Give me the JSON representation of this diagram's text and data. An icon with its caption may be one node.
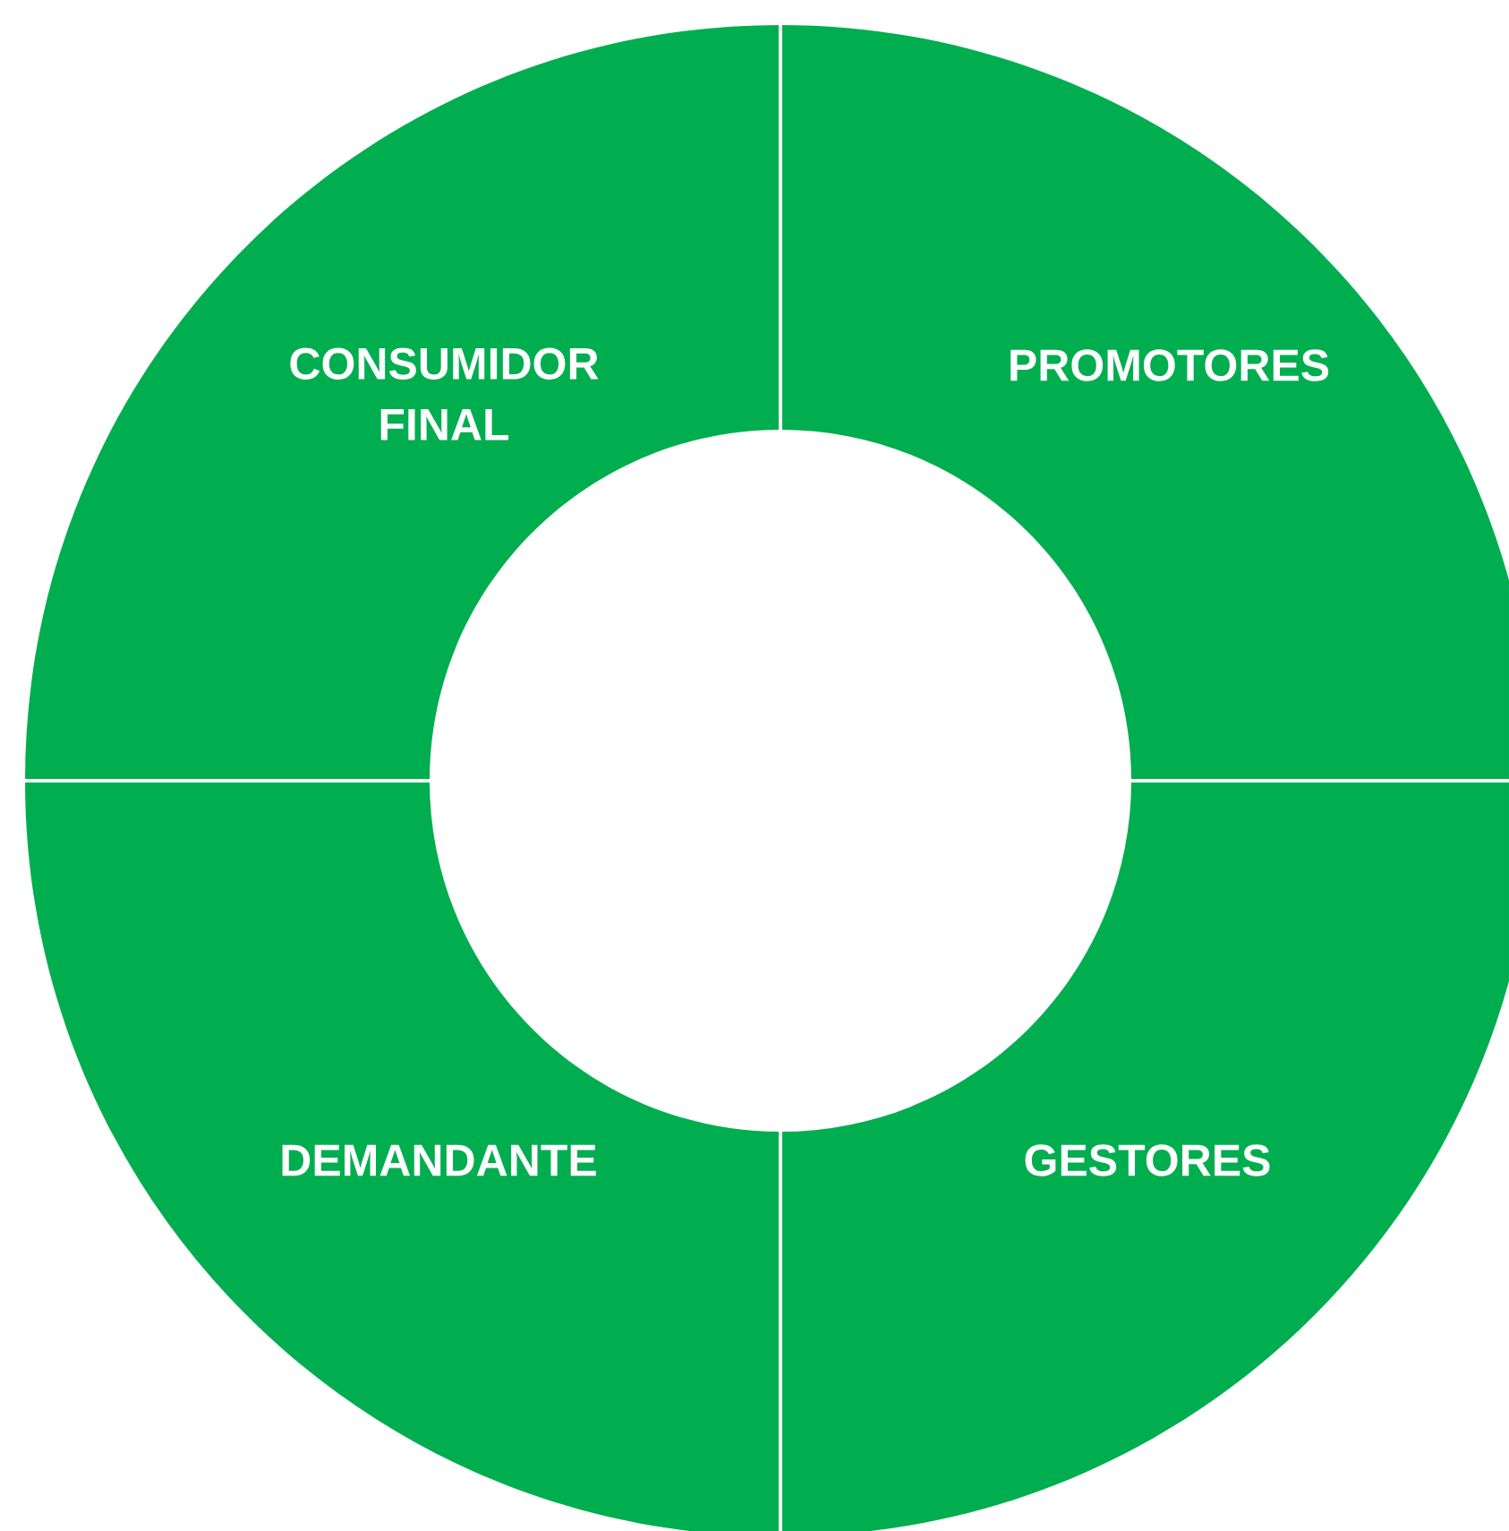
{
  "diagram": {
    "nodes": [
      {
        "text": [
          "CONSUMIDOR FINAL"
        ]
      },
      {
        "text": [
          "PROMOTORES"
        ]
      },
      {
        "text": [
          "DEMANDANTE"
        ]
      },
      {
        "text": [
          "GESTORES"
        ]
      }
    ]
  }
}
